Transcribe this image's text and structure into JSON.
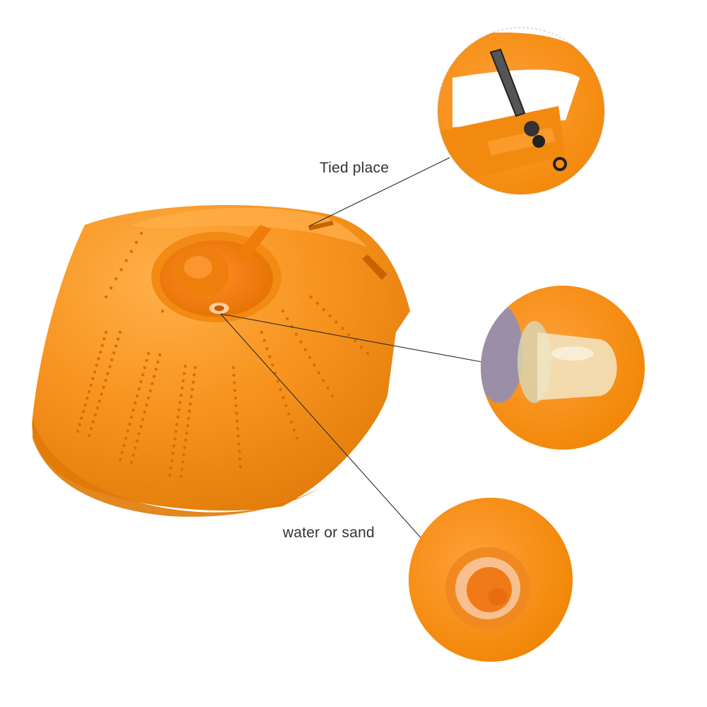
{
  "labels": {
    "tied_place": "Tied place",
    "water_or_sand": "water or sand"
  },
  "colors": {
    "background": "#ffffff",
    "product_orange": "#f7931e",
    "product_shadow": "#e07a08",
    "leader_line": "#2b2b2b",
    "label_text": "#333333"
  },
  "icons": {
    "product": "orange-sea-fishing-sinker-cone",
    "detail_1": "swivel-clip-tie-point",
    "detail_2": "clear-rubber-plug",
    "detail_3": "fill-hole-opening"
  }
}
